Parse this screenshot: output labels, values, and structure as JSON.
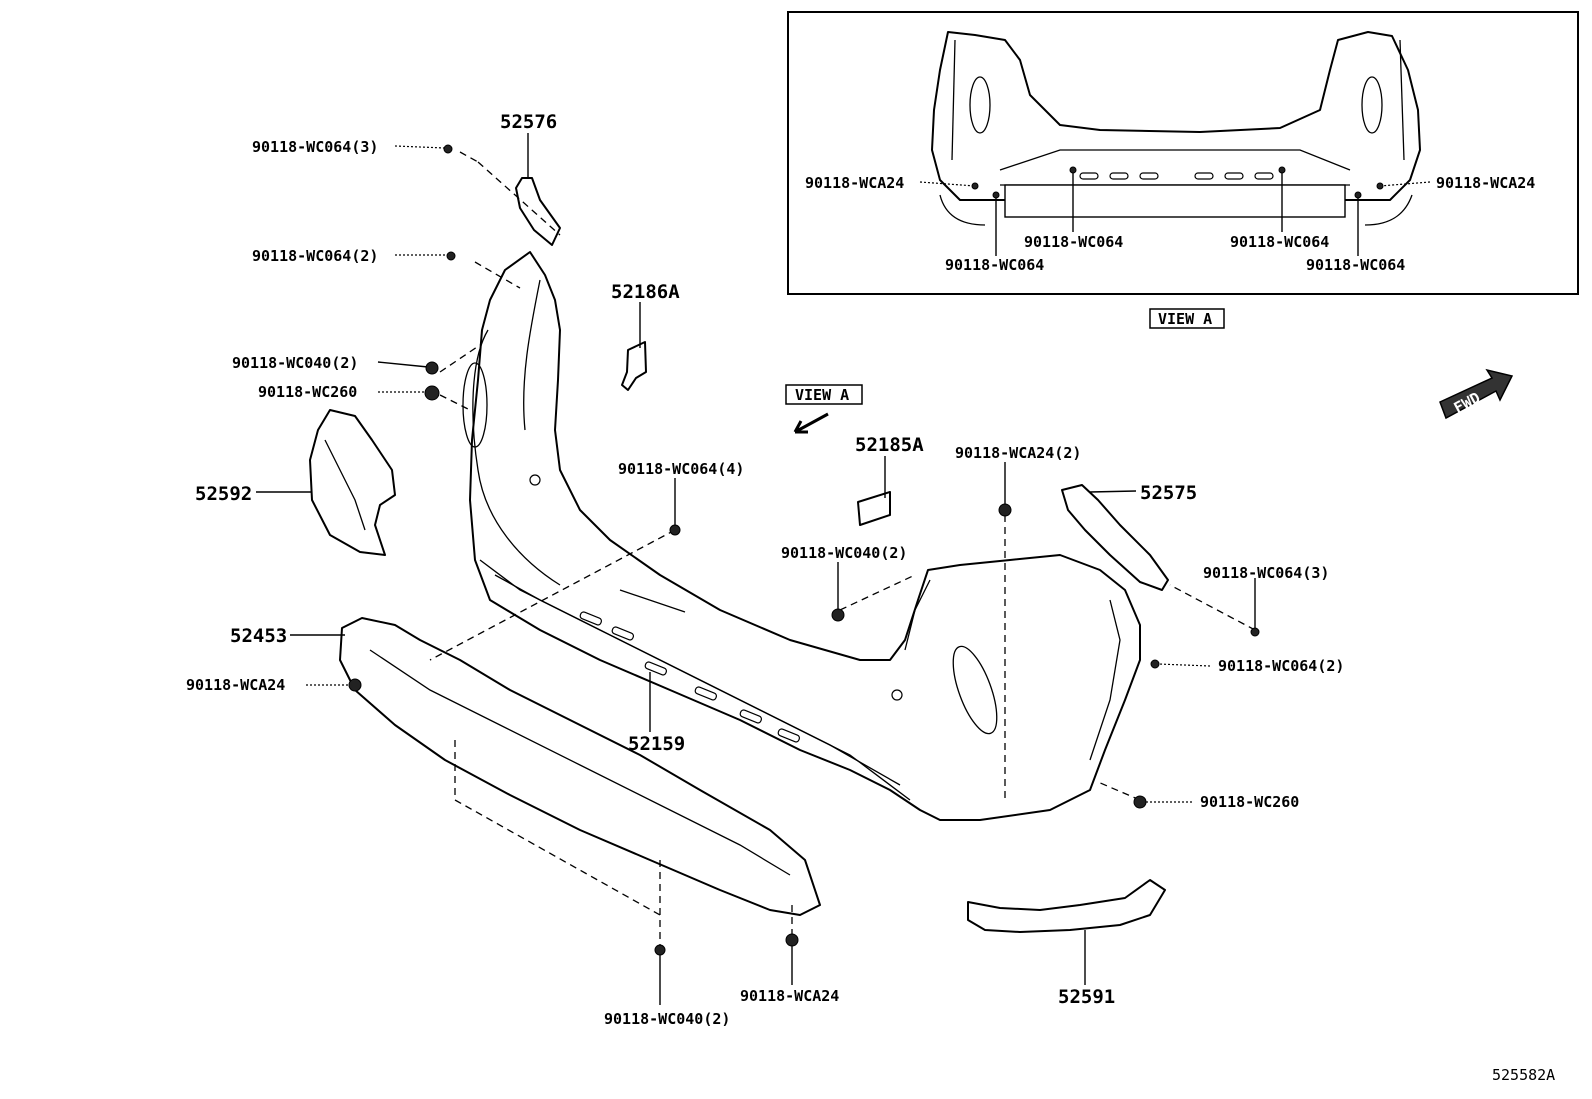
{
  "view_label": "VIEW A",
  "inset_view_label": "VIEW A",
  "fwd_label": "FWD",
  "diagram_id": "525582A",
  "parts": {
    "p52576": "52576",
    "p52186A": "52186A",
    "p52592": "52592",
    "p52185A": "52185A",
    "p52575": "52575",
    "p52453": "52453",
    "p52159": "52159",
    "p52591": "52591"
  },
  "fasteners": {
    "f_wc064_3_left": "90118-WC064(3)",
    "f_wc064_2_left": "90118-WC064(2)",
    "f_wc040_2_left": "90118-WC040(2)",
    "f_wc260_left": "90118-WC260",
    "f_wc064_4": "90118-WC064(4)",
    "f_wca24_2": "90118-WCA24(2)",
    "f_wc040_2_mid": "90118-WC040(2)",
    "f_wc064_3_right": "90118-WC064(3)",
    "f_wc064_2_right": "90118-WC064(2)",
    "f_wc260_right": "90118-WC260",
    "f_wca24_left": "90118-WCA24",
    "f_wc040_2_bottom": "90118-WC040(2)",
    "f_wca24_bottom": "90118-WCA24"
  },
  "inset": {
    "wca24_left": "90118-WCA24",
    "wca24_right": "90118-WCA24",
    "wc064_a": "90118-WC064",
    "wc064_b": "90118-WC064",
    "wc064_c": "90118-WC064",
    "wc064_d": "90118-WC064"
  }
}
